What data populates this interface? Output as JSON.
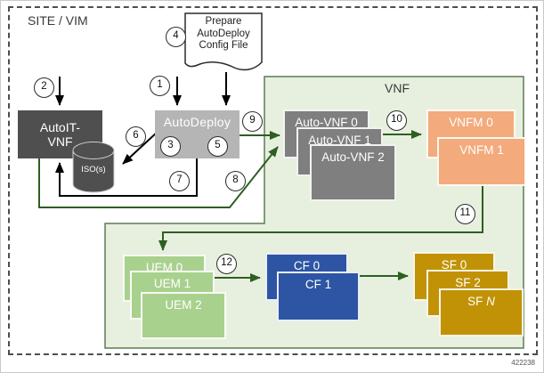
{
  "labels": {
    "site": "SITE / VIM",
    "vnf": "VNF",
    "figure_number": "422238"
  },
  "config_doc": {
    "lines": [
      "Prepare",
      "AutoDeploy",
      "Config File"
    ]
  },
  "nodes": {
    "autoit": {
      "line1": "AutoIT-",
      "line2": "VNF"
    },
    "autodeploy": "AutoDeploy",
    "iso": "ISO(s)"
  },
  "stacks": {
    "autovnf": [
      "Auto-VNF 0",
      "Auto-VNF 1",
      "Auto-VNF 2"
    ],
    "vnfm": [
      "VNFM 0",
      "VNFM 1"
    ],
    "uem": [
      "UEM 0",
      "UEM 1",
      "UEM 2"
    ],
    "cf": [
      "CF 0",
      "CF 1"
    ],
    "sf": [
      "SF 0",
      "SF 2"
    ],
    "sf_last": {
      "prefix": "SF ",
      "italic": "N"
    }
  },
  "steps": [
    "1",
    "2",
    "3",
    "4",
    "5",
    "6",
    "7",
    "8",
    "9",
    "10",
    "11",
    "12"
  ],
  "colors": {
    "node_dark_gray": "#4f4f4f",
    "node_light_gray": "#b5b5b5",
    "node_mid_gray": "#7f7f7f",
    "node_orange": "#f3aa7c",
    "node_light_green": "#a9d18e",
    "node_blue": "#2e55a3",
    "node_gold": "#c19206",
    "region_fill": "#e7f0de",
    "region_border": "#5d7b55",
    "connector_green": "#2f5e22",
    "connector_black": "#000000",
    "dashed_border": "#4d4d4d"
  }
}
